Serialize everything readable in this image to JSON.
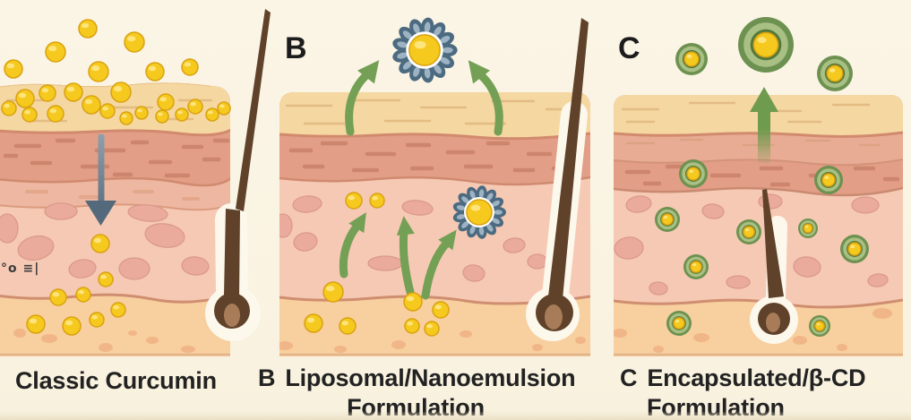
{
  "artifact_text": "°o ≡|",
  "palette": {
    "bg": "#faf3e2",
    "text": "#222222",
    "panel_letter": "#1c1c1c",
    "stratum_corneum": "#f5d7a1",
    "sc_line": "#dfb67e",
    "epidermis": "#e8ab93",
    "epidermis_deep": "#e29e86",
    "epidermis_light": "#eeb7a1",
    "epidermis_dash": "#c87f69",
    "layer_border": "#cf8e70",
    "dermis": "#f6c9b4",
    "dermis_cell": "#eaab9d",
    "dermis_cell_stroke": "#db9a8a",
    "subcutis": "#f8cf9e",
    "subcutis_blob": "#f0b183",
    "particle_yellow": "#f6c91e",
    "particle_highlight": "#ffe98e",
    "particle_stroke": "#d9a210",
    "arrow_gray": "#54697b",
    "arrow_green": "#74a055",
    "liposome_petal": "#4c6a80",
    "liposome_petal_inner": "#9db3c3",
    "capsule_outer": "#6d9150",
    "capsule_fill": "#a8c083",
    "capsule_ring": "#54783b",
    "hair_brown": "#5f4229",
    "follicle_pocket": "#fdf8ec",
    "bulb_inner": "#a87c58"
  },
  "panels": {
    "a": {
      "caption": "Classic Curcumin",
      "surface_particles": [
        [
          98,
          32,
          10
        ],
        [
          150,
          47,
          11
        ],
        [
          62,
          58,
          11
        ],
        [
          15,
          77,
          10
        ],
        [
          110,
          80,
          11
        ],
        [
          173,
          80,
          10
        ],
        [
          212,
          75,
          9
        ],
        [
          28,
          110,
          10
        ],
        [
          53,
          104,
          9
        ],
        [
          82,
          103,
          10
        ],
        [
          135,
          103,
          11
        ],
        [
          10,
          121,
          8
        ],
        [
          33,
          128,
          8
        ],
        [
          62,
          127,
          9
        ],
        [
          102,
          117,
          10
        ],
        [
          120,
          124,
          8
        ],
        [
          141,
          132,
          7
        ],
        [
          158,
          126,
          7
        ],
        [
          185,
          114,
          9
        ],
        [
          181,
          130,
          7
        ],
        [
          203,
          128,
          7
        ],
        [
          218,
          119,
          8
        ],
        [
          237,
          128,
          7
        ],
        [
          250,
          121,
          7
        ]
      ],
      "dermis_particles": [
        [
          112,
          272,
          10
        ],
        [
          118,
          312,
          8
        ],
        [
          65,
          332,
          9
        ],
        [
          93,
          329,
          8
        ],
        [
          132,
          346,
          8
        ],
        [
          40,
          362,
          10
        ],
        [
          80,
          364,
          10
        ],
        [
          108,
          357,
          8
        ]
      ],
      "cells": [
        [
          40,
          277,
          20,
          13,
          -12
        ],
        [
          68,
          236,
          18,
          9,
          0
        ],
        [
          165,
          238,
          22,
          9,
          5
        ],
        [
          184,
          263,
          22,
          13,
          8
        ],
        [
          92,
          300,
          15,
          10,
          -8
        ],
        [
          150,
          300,
          17,
          12,
          0
        ],
        [
          218,
          297,
          15,
          10,
          5
        ],
        [
          8,
          255,
          12,
          16,
          0
        ]
      ],
      "epi_dashes": [
        [
          18,
          163,
          26
        ],
        [
          64,
          157,
          18
        ],
        [
          108,
          168,
          30
        ],
        [
          36,
          182,
          20
        ],
        [
          92,
          186,
          28
        ],
        [
          148,
          159,
          16
        ],
        [
          168,
          181,
          22
        ],
        [
          205,
          164,
          20
        ],
        [
          6,
          174,
          12
        ],
        [
          128,
          195,
          18
        ],
        [
          186,
          196,
          24
        ],
        [
          228,
          178,
          16
        ],
        [
          240,
          157,
          14
        ]
      ],
      "epi2_dashes": [
        [
          30,
          214,
          22
        ],
        [
          90,
          220,
          18
        ],
        [
          150,
          214,
          20
        ],
        [
          205,
          222,
          16
        ]
      ],
      "sc_lines": [
        [
          8,
          112,
          44
        ],
        [
          120,
          120,
          50
        ],
        [
          30,
          135,
          44
        ],
        [
          175,
          133,
          40
        ],
        [
          200,
          112,
          36
        ]
      ],
      "subcutis_blobs": [
        [
          22,
          372,
          7,
          5
        ],
        [
          55,
          378,
          9,
          5
        ],
        [
          118,
          388,
          8,
          5
        ],
        [
          170,
          380,
          7,
          4
        ],
        [
          210,
          390,
          8,
          4
        ],
        [
          148,
          372,
          5,
          3
        ]
      ]
    },
    "b": {
      "letter": "B",
      "caption_line1": "Liposomal/Nanoemulsion",
      "caption_line2": "Formulation",
      "liposomes": [
        [
          474,
          56,
          33
        ],
        [
          535,
          237,
          27
        ]
      ],
      "droplets": [
        [
          395,
          224,
          9
        ],
        [
          421,
          224,
          8
        ],
        [
          372,
          326,
          11
        ],
        [
          461,
          337,
          10
        ],
        [
          492,
          346,
          9
        ],
        [
          350,
          361,
          10
        ],
        [
          388,
          364,
          9
        ],
        [
          460,
          364,
          8
        ],
        [
          482,
          367,
          8
        ]
      ],
      "cells": [
        [
          343,
          228,
          16,
          9,
          -5
        ],
        [
          466,
          232,
          17,
          8,
          6
        ],
        [
          341,
          270,
          13,
          10,
          -10
        ],
        [
          430,
          294,
          19,
          8,
          0
        ],
        [
          529,
          305,
          12,
          9,
          8
        ],
        [
          574,
          274,
          12,
          8,
          -6
        ],
        [
          316,
          252,
          10,
          13,
          0
        ],
        [
          600,
          292,
          11,
          8,
          0
        ]
      ],
      "epi_dashes": [
        [
          325,
          168,
          22
        ],
        [
          360,
          160,
          26
        ],
        [
          410,
          172,
          30
        ],
        [
          455,
          162,
          24
        ],
        [
          500,
          170,
          28
        ],
        [
          545,
          160,
          22
        ],
        [
          590,
          172,
          24
        ],
        [
          628,
          163,
          16
        ],
        [
          340,
          186,
          20
        ],
        [
          395,
          190,
          26
        ],
        [
          460,
          188,
          22
        ],
        [
          520,
          186,
          28
        ],
        [
          575,
          190,
          20
        ],
        [
          618,
          188,
          14
        ]
      ],
      "sc_lines": [
        [
          320,
          118,
          50
        ],
        [
          390,
          112,
          56
        ],
        [
          470,
          120,
          50
        ],
        [
          550,
          113,
          46
        ],
        [
          610,
          122,
          40
        ],
        [
          340,
          138,
          44
        ],
        [
          430,
          135,
          50
        ],
        [
          520,
          138,
          44
        ]
      ],
      "subcutis_blobs": [
        [
          318,
          386,
          9,
          5
        ],
        [
          380,
          390,
          7,
          4
        ],
        [
          445,
          385,
          8,
          5
        ],
        [
          520,
          373,
          7,
          4
        ],
        [
          600,
          388,
          6,
          4
        ],
        [
          648,
          380,
          6,
          4
        ]
      ]
    },
    "c": {
      "letter": "C",
      "caption_line1": "Encapsulated/β-CD",
      "caption_line2": "Formulation",
      "capsules_above": [
        [
          772,
          66,
          18
        ],
        [
          855,
          50,
          31
        ],
        [
          932,
          82,
          20
        ]
      ],
      "capsules_in_skin": [
        [
          774,
          194,
          16
        ],
        [
          925,
          201,
          16
        ],
        [
          745,
          245,
          14
        ],
        [
          836,
          259,
          14
        ],
        [
          902,
          255,
          11
        ],
        [
          954,
          278,
          16
        ],
        [
          777,
          298,
          14
        ],
        [
          758,
          361,
          14
        ],
        [
          915,
          364,
          12
        ]
      ],
      "cells": [
        [
          713,
          228,
          14,
          9,
          -8
        ],
        [
          796,
          236,
          12,
          8,
          6
        ],
        [
          966,
          229,
          15,
          9,
          0
        ],
        [
          702,
          277,
          16,
          12,
          -5
        ],
        [
          901,
          298,
          15,
          11,
          6
        ],
        [
          824,
          315,
          13,
          7,
          0
        ],
        [
          980,
          313,
          11,
          7,
          -6
        ],
        [
          860,
          225,
          13,
          8,
          0
        ],
        [
          735,
          322,
          10,
          7,
          5
        ]
      ],
      "band1_lines": [
        [
          700,
          160,
          30
        ],
        [
          760,
          156,
          24
        ],
        [
          830,
          162,
          34
        ],
        [
          900,
          157,
          26
        ],
        [
          960,
          162,
          22
        ]
      ],
      "band2_dashes": [
        [
          700,
          192,
          24
        ],
        [
          745,
          186,
          20
        ],
        [
          795,
          196,
          30
        ],
        [
          850,
          188,
          22
        ],
        [
          905,
          196,
          26
        ],
        [
          955,
          188,
          20
        ],
        [
          988,
          200,
          14
        ],
        [
          720,
          205,
          16
        ],
        [
          862,
          206,
          18
        ]
      ],
      "sc_lines": [
        [
          695,
          122,
          40
        ],
        [
          770,
          115,
          50
        ],
        [
          850,
          124,
          44
        ],
        [
          930,
          117,
          40
        ],
        [
          700,
          136,
          30
        ],
        [
          880,
          136,
          36
        ]
      ],
      "subcutis_blobs": [
        [
          692,
          372,
          8,
          5
        ],
        [
          783,
          377,
          9,
          5
        ],
        [
          893,
          380,
          8,
          5
        ],
        [
          985,
          350,
          11,
          6
        ],
        [
          940,
          388,
          6,
          4
        ],
        [
          735,
          390,
          6,
          4
        ]
      ]
    }
  }
}
